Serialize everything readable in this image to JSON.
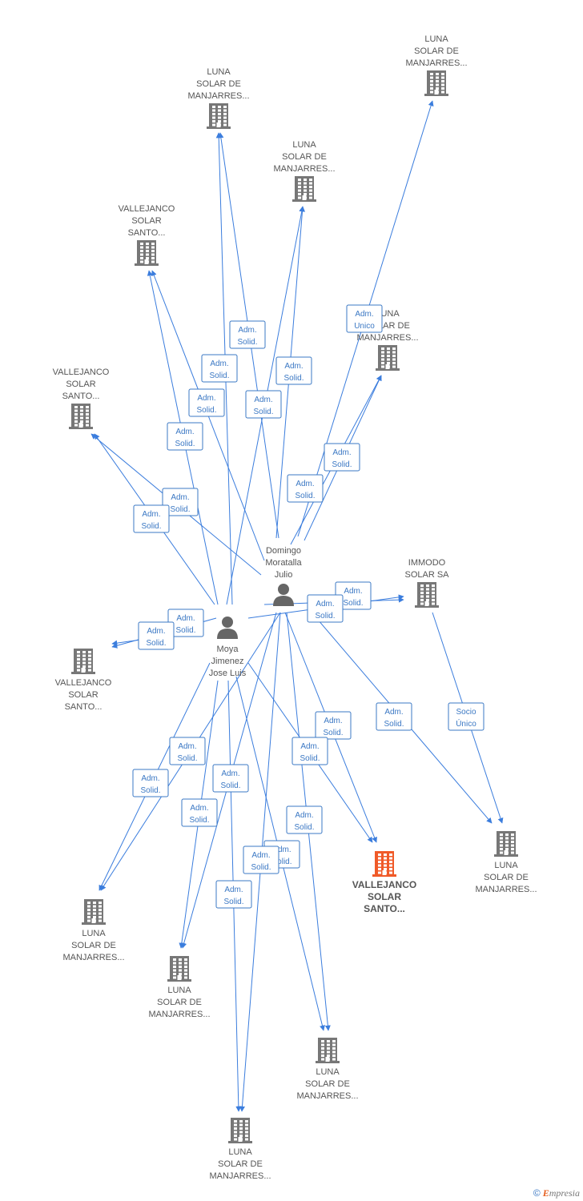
{
  "footer": {
    "copyright": "©",
    "brand_initial": "E",
    "brand_rest": "mpresia"
  },
  "colors": {
    "company": "#777777",
    "main_company": "#f05a28",
    "person": "#666666",
    "edge": "#3b7ddd",
    "edge_label": "#3b78c4"
  },
  "nodes": [
    {
      "id": "c1",
      "type": "company",
      "label": [
        "LUNA",
        "SOLAR DE",
        "MANJARRES..."
      ]
    },
    {
      "id": "c2",
      "type": "company",
      "label": [
        "LUNA",
        "SOLAR DE",
        "MANJARRES..."
      ]
    },
    {
      "id": "c3",
      "type": "company",
      "label": [
        "LUNA",
        "SOLAR DE",
        "MANJARRES..."
      ]
    },
    {
      "id": "c4",
      "type": "company",
      "label": [
        "VALLEJANCO",
        "SOLAR",
        "SANTO..."
      ]
    },
    {
      "id": "c5",
      "type": "company",
      "label": [
        "LUNA",
        "SOLAR DE",
        "MANJARRES..."
      ]
    },
    {
      "id": "c6",
      "type": "company",
      "label": [
        "VALLEJANCO",
        "SOLAR",
        "SANTO..."
      ]
    },
    {
      "id": "c7",
      "type": "company",
      "label": [
        "IMMODO",
        "SOLAR SA"
      ]
    },
    {
      "id": "c8",
      "type": "company",
      "label": [
        "VALLEJANCO",
        "SOLAR",
        "SANTO..."
      ]
    },
    {
      "id": "main",
      "type": "main_company",
      "label": [
        "VALLEJANCO",
        "SOLAR",
        "SANTO..."
      ]
    },
    {
      "id": "c9",
      "type": "company",
      "label": [
        "LUNA",
        "SOLAR DE",
        "MANJARRES..."
      ]
    },
    {
      "id": "c10",
      "type": "company",
      "label": [
        "LUNA",
        "SOLAR DE",
        "MANJARRES..."
      ]
    },
    {
      "id": "c11",
      "type": "company",
      "label": [
        "LUNA",
        "SOLAR DE",
        "MANJARRES..."
      ]
    },
    {
      "id": "c12",
      "type": "company",
      "label": [
        "LUNA",
        "SOLAR DE",
        "MANJARRES..."
      ]
    },
    {
      "id": "c13",
      "type": "company",
      "label": [
        "LUNA",
        "SOLAR DE",
        "MANJARRES..."
      ]
    },
    {
      "id": "p1",
      "type": "person",
      "label": [
        "Domingo",
        "Moratalla",
        "Julio"
      ]
    },
    {
      "id": "p2",
      "type": "person",
      "label": [
        "Moya",
        "Jimenez",
        "Jose Luis"
      ]
    }
  ],
  "edges": [
    {
      "from": "p2",
      "to": "c2",
      "label": [
        "Adm.",
        "Solid."
      ]
    },
    {
      "from": "p1",
      "to": "c2",
      "label": [
        "Adm.",
        "Solid."
      ]
    },
    {
      "from": "p2",
      "to": "c3",
      "label": [
        "Adm.",
        "Solid."
      ]
    },
    {
      "from": "p1",
      "to": "c3",
      "label": [
        "Adm.",
        "Solid."
      ]
    },
    {
      "from": "p2",
      "to": "c4",
      "label": [
        "Adm.",
        "Solid."
      ]
    },
    {
      "from": "p1",
      "to": "c4",
      "label": [
        "Adm.",
        "Solid."
      ]
    },
    {
      "from": "p2",
      "to": "c6",
      "label": [
        "Adm.",
        "Solid."
      ]
    },
    {
      "from": "p1",
      "to": "c6",
      "label": [
        "Adm.",
        "Solid."
      ]
    },
    {
      "from": "p1",
      "to": "c1",
      "label": [
        "Adm.",
        "Unico"
      ]
    },
    {
      "from": "p1",
      "to": "c5",
      "label": [
        "Adm.",
        "Solid."
      ]
    },
    {
      "from": "p1",
      "to": "c5",
      "label": [
        "Adm.",
        "Solid."
      ]
    },
    {
      "from": "p2",
      "to": "c7",
      "label": [
        "Adm.",
        "Solid."
      ]
    },
    {
      "from": "p1",
      "to": "c7",
      "label": [
        "Adm.",
        "Solid."
      ]
    },
    {
      "from": "p2",
      "to": "c8",
      "label": [
        "Adm.",
        "Solid."
      ]
    },
    {
      "from": "p1",
      "to": "c8",
      "label": [
        "Adm.",
        "Solid."
      ]
    },
    {
      "from": "c7",
      "to": "c9",
      "label": [
        "Socio",
        "Único"
      ]
    },
    {
      "from": "p1",
      "to": "c9",
      "label": [
        "Adm.",
        "Solid."
      ]
    },
    {
      "from": "p1",
      "to": "main",
      "label": [
        "Adm.",
        "Solid."
      ]
    },
    {
      "from": "p2",
      "to": "main",
      "label": [
        "Adm.",
        "Solid."
      ]
    },
    {
      "from": "p1",
      "to": "c10",
      "label": [
        "Adm.",
        "Solid."
      ]
    },
    {
      "from": "p2",
      "to": "c10",
      "label": [
        "Adm.",
        "Solid."
      ]
    },
    {
      "from": "p1",
      "to": "c11",
      "label": [
        "Adm.",
        "Solid."
      ]
    },
    {
      "from": "p2",
      "to": "c11",
      "label": [
        "Adm.",
        "Solid."
      ]
    },
    {
      "from": "p1",
      "to": "c12",
      "label": [
        "Adm.",
        "Solid."
      ]
    },
    {
      "from": "p2",
      "to": "c12",
      "label": [
        "Adm.",
        "Solid."
      ]
    },
    {
      "from": "p1",
      "to": "c13",
      "label": [
        "Adm.",
        "Solid."
      ]
    },
    {
      "from": "p2",
      "to": "c13",
      "label": [
        "Adm.",
        "Solid."
      ]
    }
  ]
}
